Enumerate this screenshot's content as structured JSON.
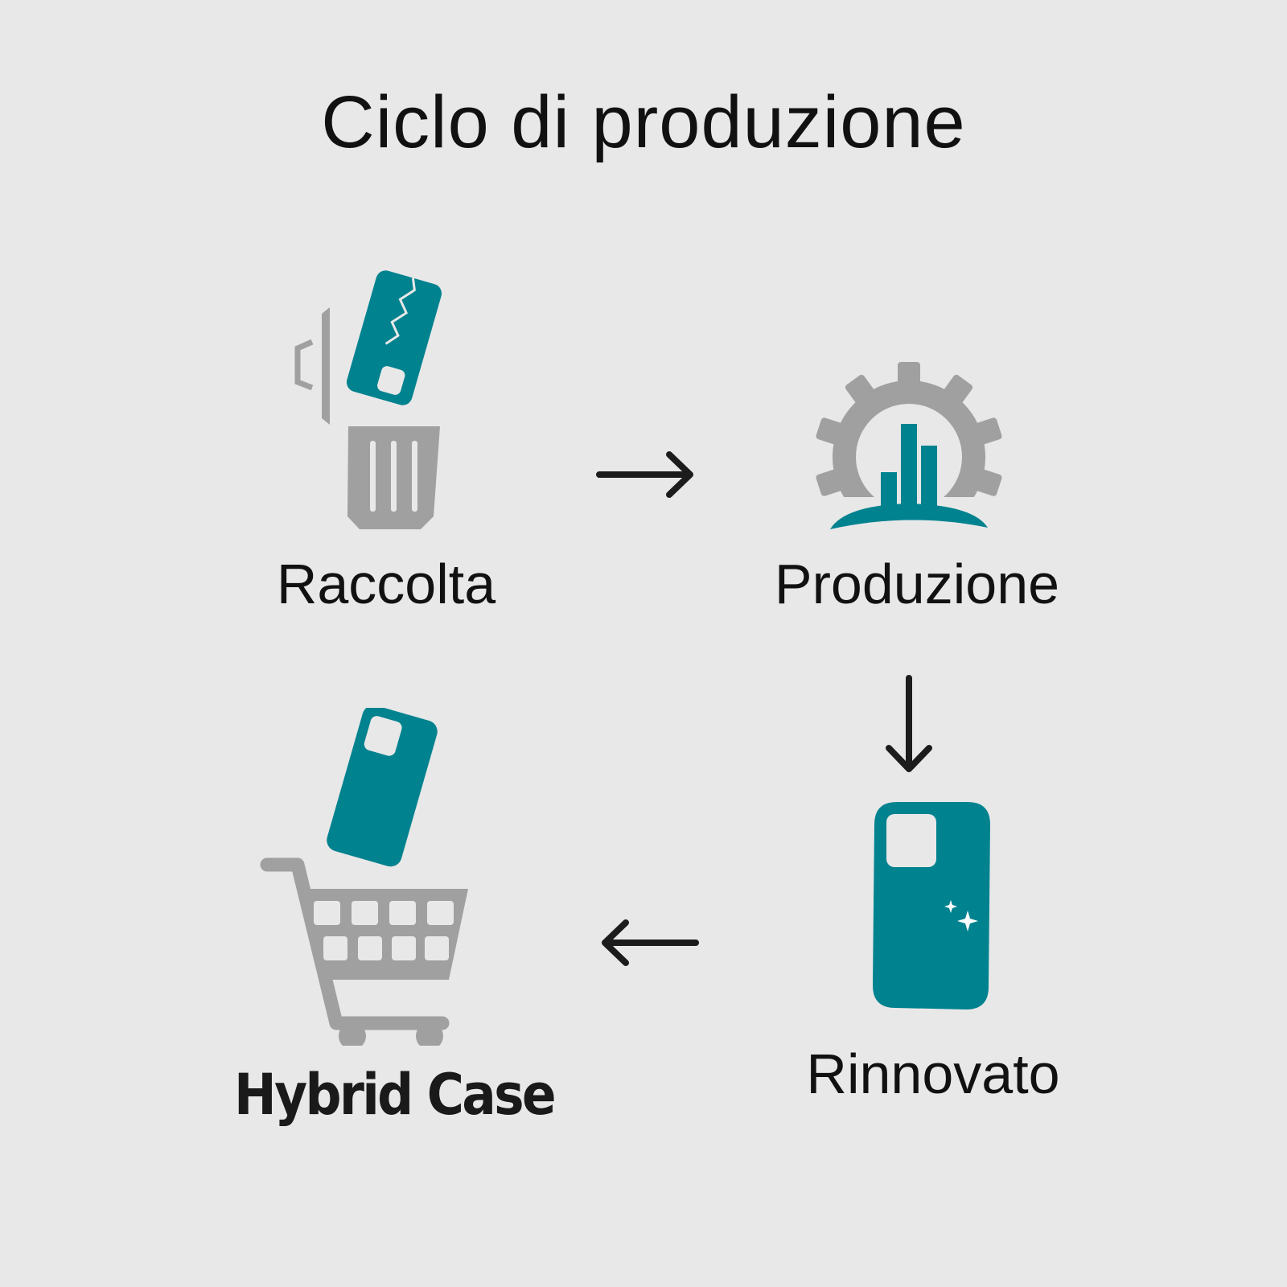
{
  "title": "Ciclo di produzione",
  "steps": [
    {
      "label": "Raccolta",
      "icon": "trash-phone-icon"
    },
    {
      "label": "Produzione",
      "icon": "gear-chart-icon"
    },
    {
      "label": "Rinnovato",
      "icon": "phone-case-sparkle-icon"
    },
    {
      "label": "Hybrid Case",
      "icon": "cart-phone-icon"
    }
  ],
  "arrows": [
    {
      "from": "Raccolta",
      "to": "Produzione",
      "direction": "right"
    },
    {
      "from": "Produzione",
      "to": "Rinnovato",
      "direction": "down"
    },
    {
      "from": "Rinnovato",
      "to": "Hybrid Case",
      "direction": "left"
    }
  ],
  "colors": {
    "accent": "#01828f",
    "gray": "#a0a0a0",
    "background": "#e8e8e8",
    "text": "#111111"
  }
}
